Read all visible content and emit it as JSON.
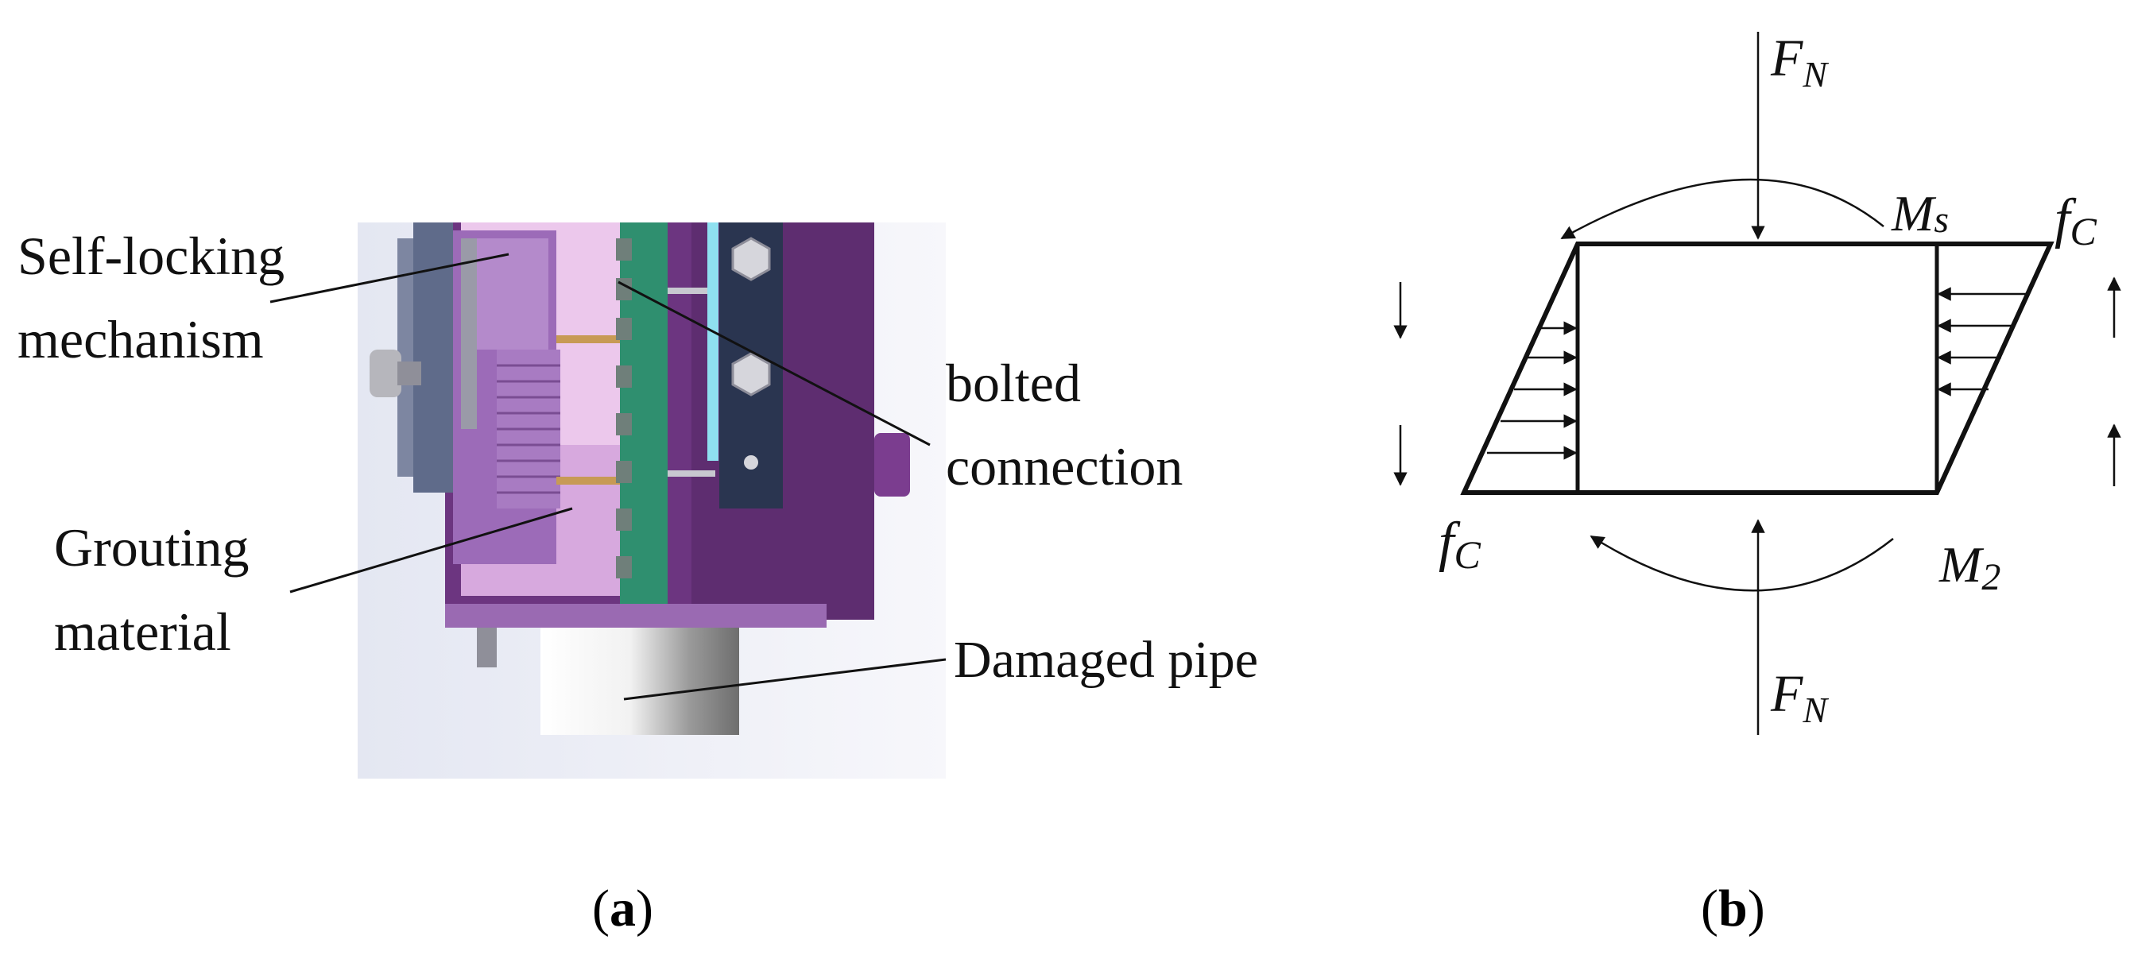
{
  "panel_a": {
    "caption_letter": "a",
    "labels": {
      "self_locking_1": "Self-locking",
      "self_locking_2": "mechanism",
      "bolted_1": "bolted",
      "bolted_2": "connection",
      "grouting_1": "Grouting",
      "grouting_2": "material",
      "damaged_pipe": "Damaged pipe"
    },
    "colors": {
      "purple_dark": "#5e2d70",
      "purple_mid": "#8a59a6",
      "purple_light": "#c6a3d9",
      "pink": "#ecc8ec",
      "steel": "#5f6b8a",
      "green": "#2f8f6f",
      "copper": "#c79a55",
      "cyan": "#8fe0f0"
    }
  },
  "panel_b": {
    "caption_letter": "b",
    "symbols": {
      "fn_top": {
        "main": "F",
        "sub": "N"
      },
      "fn_bottom": {
        "main": "F",
        "sub": "N"
      },
      "ms": {
        "main": "M",
        "sub": "s"
      },
      "m2": {
        "main": "M",
        "sub": "2"
      },
      "fc_right": {
        "main": "f",
        "sub": "C"
      },
      "fc_left": {
        "main": "f",
        "sub": "C"
      }
    }
  }
}
